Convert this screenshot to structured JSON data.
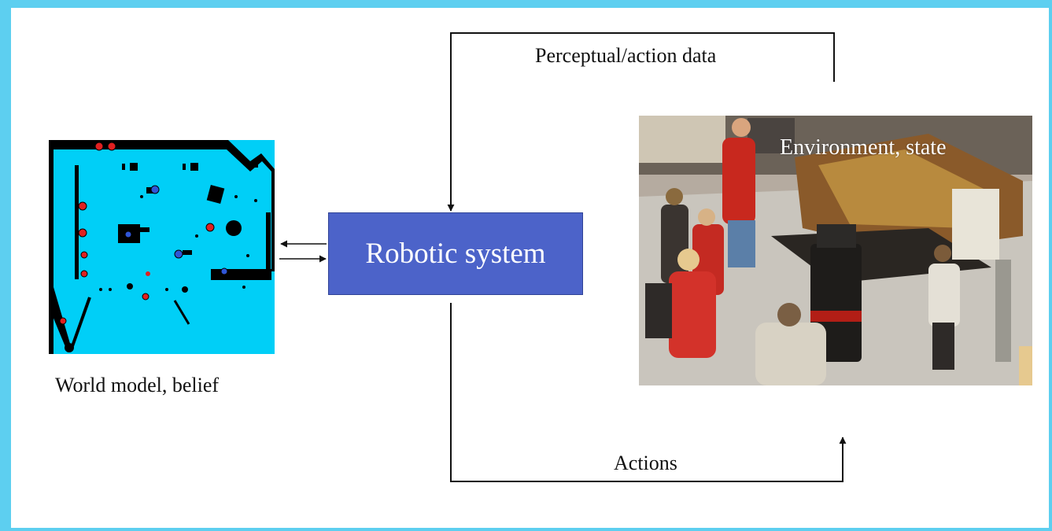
{
  "diagram": {
    "robotic_system_label": "Robotic system",
    "world_model_label": "World model, belief",
    "environment_label": "Environment, state",
    "perception_arrow_label": "Perceptual/action data",
    "actions_arrow_label": "Actions"
  },
  "colors": {
    "frame_border": "#5dcff0",
    "map_background": "#00cff7",
    "robotic_box_fill": "#4c63c9",
    "robotic_box_text": "#ffffff"
  },
  "images": {
    "world_model_map": "occupancy-grid-map-icon",
    "environment_photo": "museum-robot-crowd-photo"
  }
}
